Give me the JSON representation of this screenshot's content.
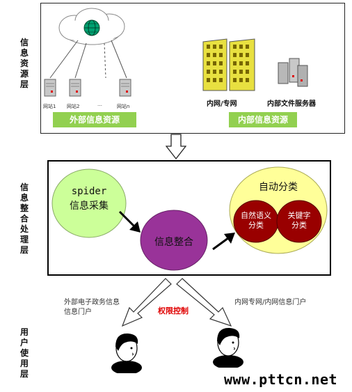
{
  "layers": {
    "resource": "信息资源层",
    "integration": "信息整合处理层",
    "user": "用户使用层"
  },
  "resource": {
    "sites": [
      "网站1",
      "网站2",
      "…",
      "网站n"
    ],
    "external_banner": "外部信息资源",
    "intranet_label": "内网/专网",
    "file_server_label": "内部文件服务器",
    "internal_banner": "内部信息资源"
  },
  "integration": {
    "spider_line1": "spider",
    "spider_line2": "信息采集",
    "integrate": "信息整合",
    "auto_classify": "自动分类",
    "nl_class_line1": "自然语义",
    "nl_class_line2": "分类",
    "kw_class_line1": "关键字",
    "kw_class_line2": "分类"
  },
  "user": {
    "left_portal_line1": "外部电子政务信息",
    "left_portal_line2": "信息门户",
    "access_control": "权限控制",
    "right_portal": "内网专网/内网信息门户"
  },
  "watermark": "www.pttcn.net",
  "colors": {
    "green_banner": "#92d050",
    "spider_fill": "#ccff99",
    "integrate_fill": "#993399",
    "auto_fill": "#ffff99",
    "class_fill": "#990000",
    "access_red": "#e00000",
    "building": "#e8e040",
    "globe": "#00a070"
  }
}
